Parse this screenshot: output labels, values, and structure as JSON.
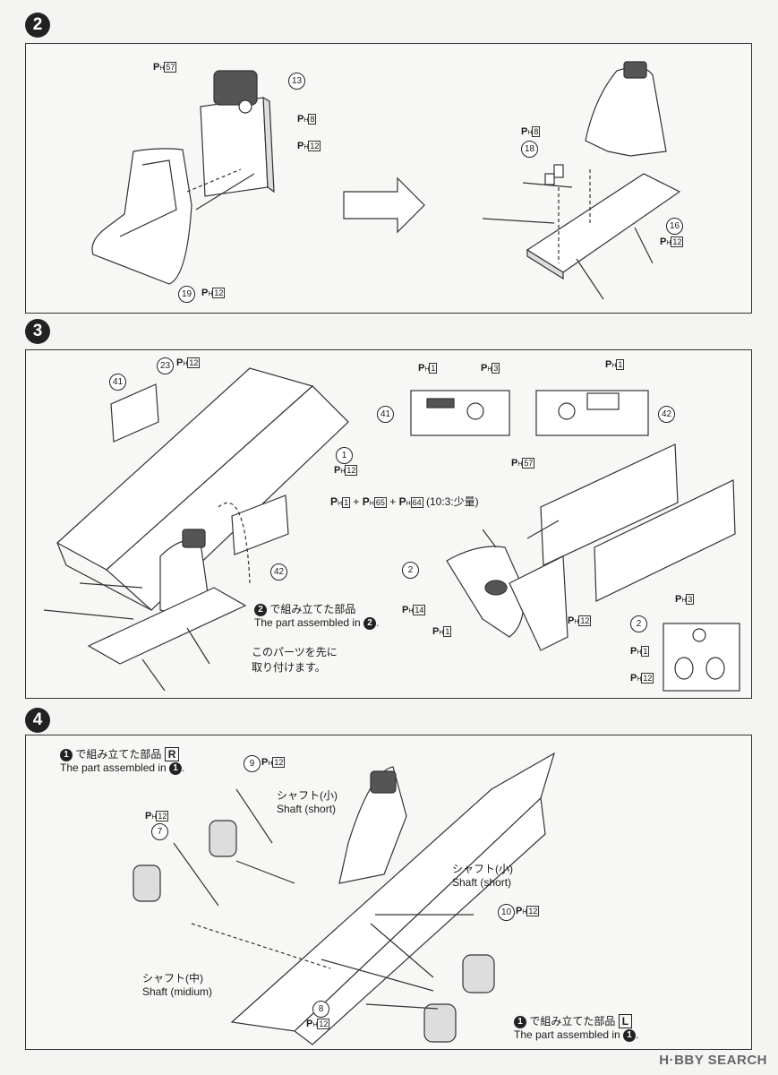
{
  "steps": [
    {
      "number": "2"
    },
    {
      "number": "3"
    },
    {
      "number": "4"
    }
  ],
  "step2": {
    "callouts": [
      "13",
      "19",
      "18",
      "16"
    ],
    "paint_57": "57",
    "paint_8": "8",
    "paint_12": "12"
  },
  "step3": {
    "callouts": [
      "23",
      "41",
      "1",
      "42",
      "2"
    ],
    "paint_1": "1",
    "paint_3": "3",
    "paint_12": "12",
    "paint_14": "14",
    "paint_57": "57",
    "paint_65": "65",
    "paint_64": "64",
    "mix_ratio": "(10:3:少量)",
    "note_jp": "で組み立てた部品",
    "note_en": "The part assembled in",
    "note_ref": "2",
    "attach_first_line1": "このパーツを先に",
    "attach_first_line2": "取り付けます。"
  },
  "step4": {
    "callouts": [
      "7",
      "9",
      "10",
      "8"
    ],
    "paint_12": "12",
    "assembled_jp": "で組み立てた部品",
    "assembled_en": "The part assembled in",
    "ref": "1",
    "side_r": "R",
    "side_l": "L",
    "shaft_short_jp": "シャフト(小)",
    "shaft_short_en": "Shaft (short)",
    "shaft_mid_jp": "シャフト(中)",
    "shaft_mid_en": "Shaft (midium)"
  },
  "watermark": "H·BBY SEARCH"
}
